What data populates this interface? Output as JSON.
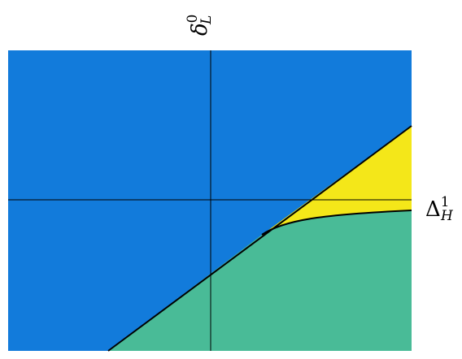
{
  "diagram": {
    "type": "phase-diagram",
    "x_axis": {
      "symbol": "Δ",
      "subscript": "H",
      "superscript": "1"
    },
    "y_axis": {
      "symbol": "δ",
      "subscript": "L",
      "superscript": "0"
    },
    "regions": [
      {
        "color": "#127bdb"
      },
      {
        "color": "#49bb97"
      },
      {
        "color": "#f4e719"
      }
    ],
    "boundary_color": "#000000",
    "axis_color": "#000000"
  }
}
